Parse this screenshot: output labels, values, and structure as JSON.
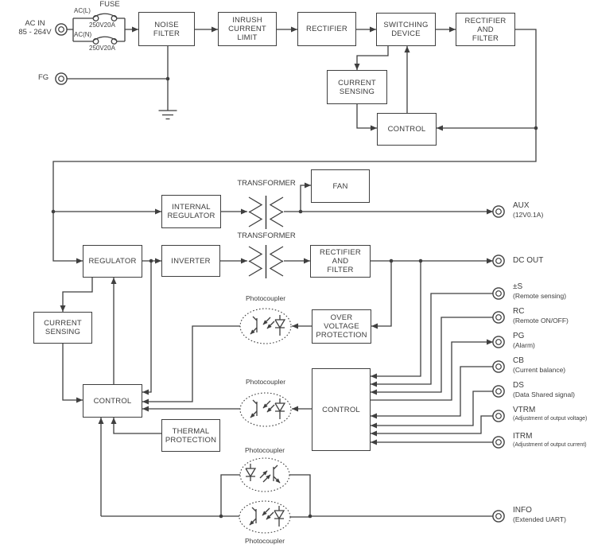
{
  "colors": {
    "line": "#3f3f3f",
    "text": "#3c3c3c",
    "background": "#ffffff"
  },
  "input_section": {
    "ac_in": "AC IN\n85 - 264V",
    "fg": "FG",
    "fuse": {
      "title": "FUSE",
      "line_l": "AC(L)",
      "line_n": "AC(N)",
      "rating_l": "250V20A",
      "rating_n": "250V20A"
    }
  },
  "blocks": {
    "noise_filter": "NOISE\nFILTER",
    "inrush_current_limit": "INRUSH\nCURRENT\nLIMIT",
    "rectifier": "RECTIFIER",
    "switching_device": "SWITCHING\nDEVICE",
    "rectifier_and_filter_primary": "RECTIFIER\nAND\nFILTER",
    "current_sensing_primary": "CURRENT\nSENSING",
    "control_primary": "CONTROL",
    "fan": "FAN",
    "internal_regulator": "INTERNAL\nREGULATOR",
    "regulator": "REGULATOR",
    "inverter": "INVERTER",
    "rectifier_and_filter_output": "RECTIFIER\nAND\nFILTER",
    "over_voltage_protection": "OVER\nVOLTAGE\nPROTECTION",
    "current_sensing_secondary": "CURRENT\nSENSING",
    "control_secondary": "CONTROL",
    "control_interface": "CONTROL",
    "thermal_protection": "THERMAL\nPROTECTION"
  },
  "labels": {
    "transformer_aux": "TRANSFORMER",
    "transformer_main": "TRANSFORMER",
    "photocoupler_ovp": "Photocoupler",
    "photocoupler_control": "Photocoupler",
    "photocoupler_info_tx": "Photocoupler",
    "photocoupler_info_rx": "Photocoupler"
  },
  "terminals": {
    "aux": {
      "label": "AUX",
      "sub": "(12V0.1A)"
    },
    "dc_out": {
      "label": "DC OUT",
      "sub": ""
    },
    "remote_sense": {
      "label": "±S",
      "sub": "(Remote  sensing)"
    },
    "rc": {
      "label": "RC",
      "sub": "(Remote  ON/OFF)"
    },
    "pg": {
      "label": "PG",
      "sub": "(Alarm)"
    },
    "cb": {
      "label": "CB",
      "sub": "(Current balance)"
    },
    "ds": {
      "label": "DS",
      "sub": "(Data Shared signal)"
    },
    "vtrm": {
      "label": "VTRM",
      "sub": "(Adjustment of output voltage)"
    },
    "itrm": {
      "label": "ITRM",
      "sub": "(Adjustment of output current)"
    },
    "info": {
      "label": "INFO",
      "sub": "(Extended UART)"
    }
  }
}
